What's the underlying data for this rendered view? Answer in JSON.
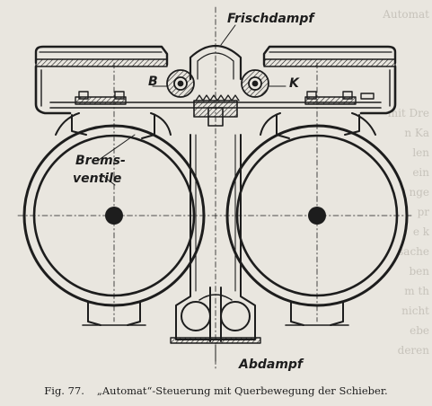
{
  "labels": {
    "fresh_steam": "Frischdampf",
    "exhaust": "Abdampf",
    "brake_valves": [
      "Brems-",
      "ventile"
    ],
    "letter_b": "B",
    "letter_k": "K"
  },
  "caption": {
    "figure_number": "Fig. 77.",
    "text": "„Automat“-Steuerung mit Querbewegung der Schieber."
  },
  "colors": {
    "paper": "#e9e6df",
    "ink": "#1d1d1d",
    "background_text": "#c7c3bb"
  },
  "background_text_lines": [
    "Automat",
    "",
    "",
    "",
    "",
    "mit Dre",
    "n Ka",
    "len",
    "ein",
    "nge",
    "pr",
    "e k",
    "sache",
    "ben",
    "m th",
    "nicht",
    "ebe",
    "deren"
  ]
}
